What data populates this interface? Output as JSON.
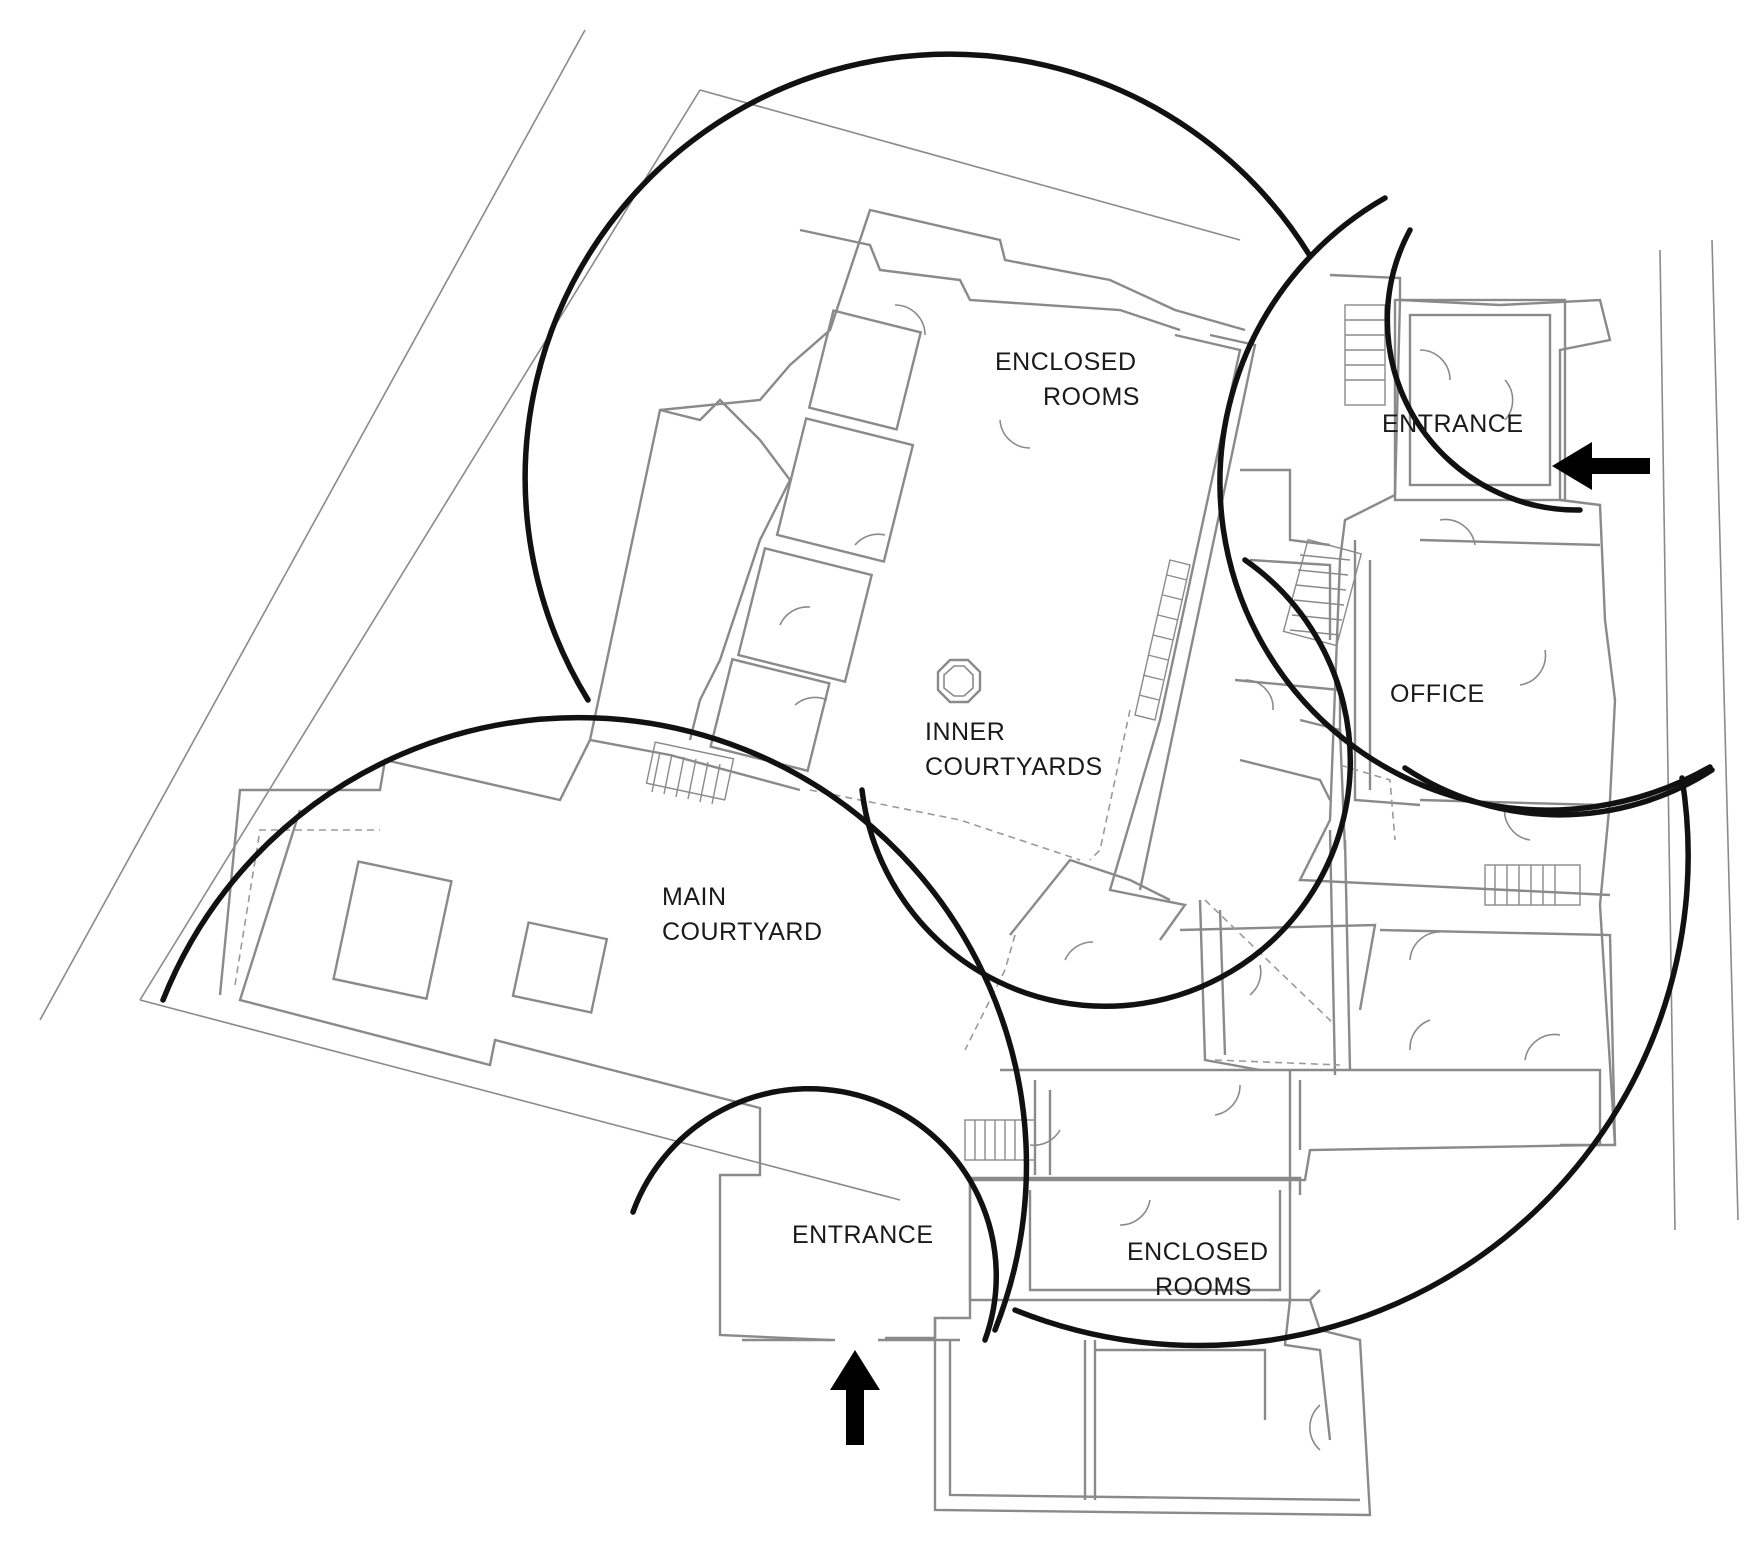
{
  "labels": {
    "enclosed_rooms_top_line1": "ENCLOSED",
    "enclosed_rooms_top_line2": "ROOMS",
    "entrance_right": "ENTRANCE",
    "office": "OFFICE",
    "inner_courtyards_line1": "INNER",
    "inner_courtyards_line2": "COURTYARDS",
    "main_courtyard_line1": "MAIN",
    "main_courtyard_line2": "COURTYARD",
    "entrance_bottom": "ENTRANCE",
    "enclosed_rooms_bottom_line1": "ENCLOSED",
    "enclosed_rooms_bottom_line2": "ROOMS"
  },
  "colors": {
    "zone_arcs": "#111111",
    "walls": "#8a8a8a",
    "background": "#ffffff"
  }
}
